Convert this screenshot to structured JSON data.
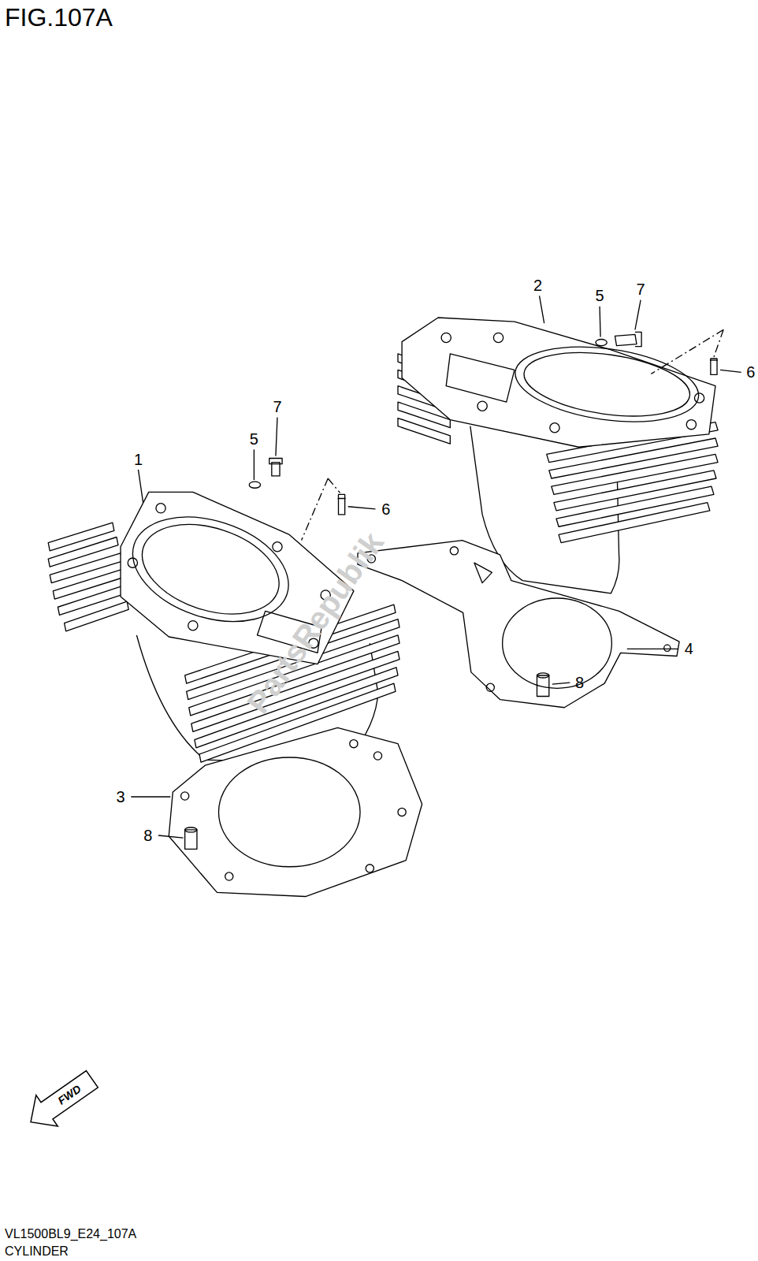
{
  "diagram": {
    "title": "FIG.107A",
    "caption": "CYLINDER",
    "labels": [
      "2",
      "5",
      "7",
      "6",
      "7",
      "5",
      "1",
      "6",
      "4",
      "8",
      "3",
      "8",
      "FWD",
      "VL1500BL9_E24_107A",
      "PartsRepublik"
    ]
  }
}
